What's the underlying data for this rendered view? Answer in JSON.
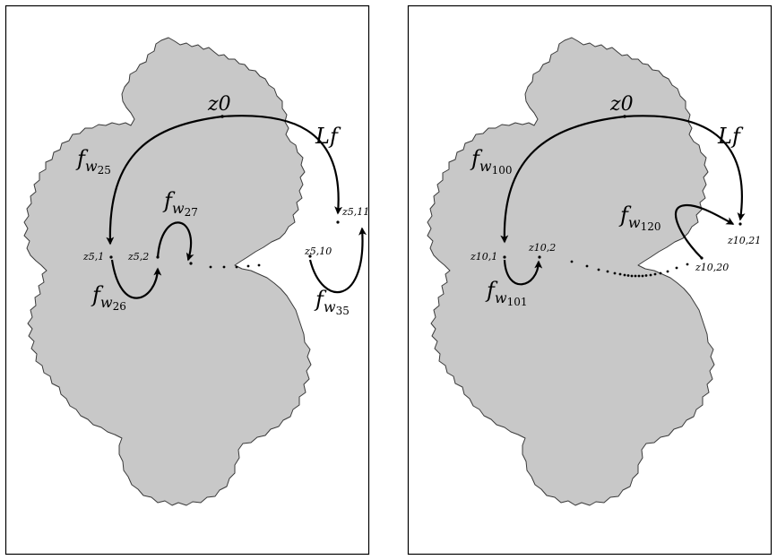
{
  "left_panel": {
    "start_label": "z0",
    "escape_label": "Lf",
    "maps": [
      {
        "f": "f",
        "sub": "w",
        "subsub": "25"
      },
      {
        "f": "f",
        "sub": "w",
        "subsub": "26"
      },
      {
        "f": "f",
        "sub": "w",
        "subsub": "27"
      },
      {
        "f": "f",
        "sub": "w",
        "subsub": "35"
      }
    ],
    "points": [
      "z5,1",
      "z5,2",
      "z5,10",
      "z5,11"
    ]
  },
  "right_panel": {
    "start_label": "z0",
    "escape_label": "Lf",
    "maps": [
      {
        "f": "f",
        "sub": "w",
        "subsub": "100"
      },
      {
        "f": "f",
        "sub": "w",
        "subsub": "101"
      },
      {
        "f": "f",
        "sub": "w",
        "subsub": "120"
      }
    ],
    "points": [
      "z10,1",
      "z10,2",
      "z10,20",
      "z10,21"
    ]
  },
  "colors": {
    "set_fill": "#c8c8c8",
    "outline": "#3a3a3a",
    "ink": "#000000"
  }
}
